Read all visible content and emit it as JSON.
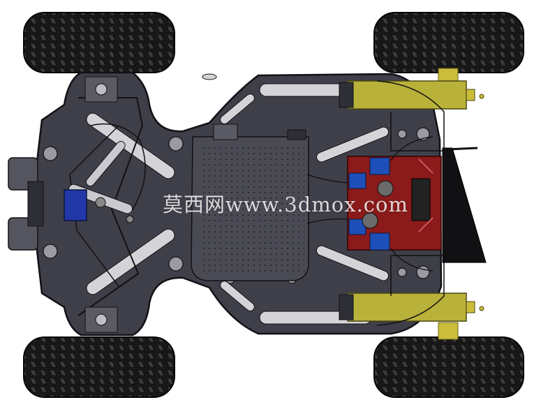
{
  "scene": {
    "description_free": true,
    "watermark_text": "莫西网www.3dmox.com",
    "colors": {
      "background": "#ffffff",
      "chassis": "#3f3f4a",
      "chassis_edge": "#15151a",
      "tire": "#1a1a1a",
      "tread": "#3a3a3a",
      "motor": "#b9b23a",
      "motor_dark": "#6e6a1c",
      "board_red": "#8b1a1a",
      "terminal_blue": "#1e4fb8",
      "servo_blue": "#2238a8",
      "pcb": "#4a4a55"
    },
    "wheels": [
      {
        "id": "front-left"
      },
      {
        "id": "front-right"
      },
      {
        "id": "rear-left"
      },
      {
        "id": "rear-right"
      }
    ]
  }
}
